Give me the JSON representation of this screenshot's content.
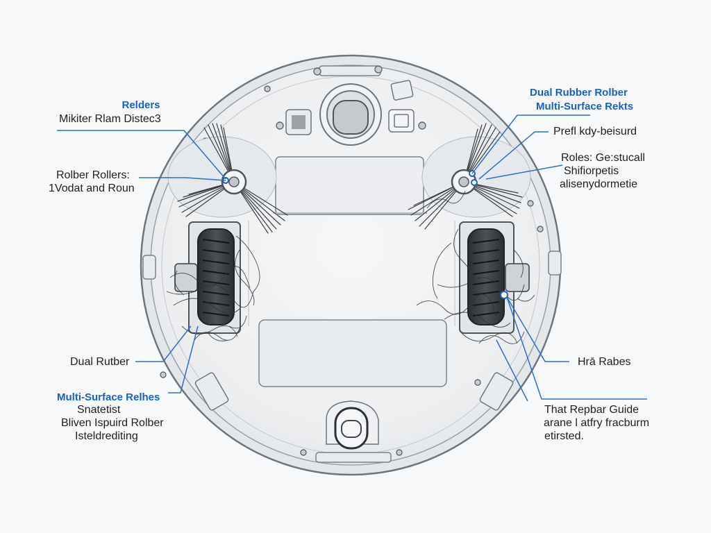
{
  "labels": {
    "top_left_title": "Relders",
    "top_left_sub": "Mikiter Rlam Distec3",
    "mid_left_1": "Rolber Rollers:",
    "mid_left_2": "1Vodat and Roun",
    "low_left_1": "Dual Rutber",
    "low_left_title": "Multi-Surface Relhes",
    "low_left_2": "Snatetist",
    "low_left_3": "Bliven Ispuird Rolber",
    "low_left_4": "Isteldrediting",
    "top_right_title_1": "Dual Rubber Rolber",
    "top_right_title_2": "Multi-Surface Rekts",
    "top_right_1": "Prefl kdy-beisurd",
    "mid_right_1": "Roles: Ge:stucall",
    "mid_right_2": "Shifiorpetis",
    "mid_right_3": "alisenydormetie",
    "low_right_1": "Hrā Rabes",
    "low_right_2": "That Repbar Guide",
    "low_right_3": "arane l atfry fracburm",
    "low_right_4": "etirsted."
  },
  "colors": {
    "accent": "#1463c4",
    "leader": "#2a6fc9",
    "body": "#eef0f2",
    "outline": "#7c8289",
    "bristle": "#3a3d40"
  }
}
